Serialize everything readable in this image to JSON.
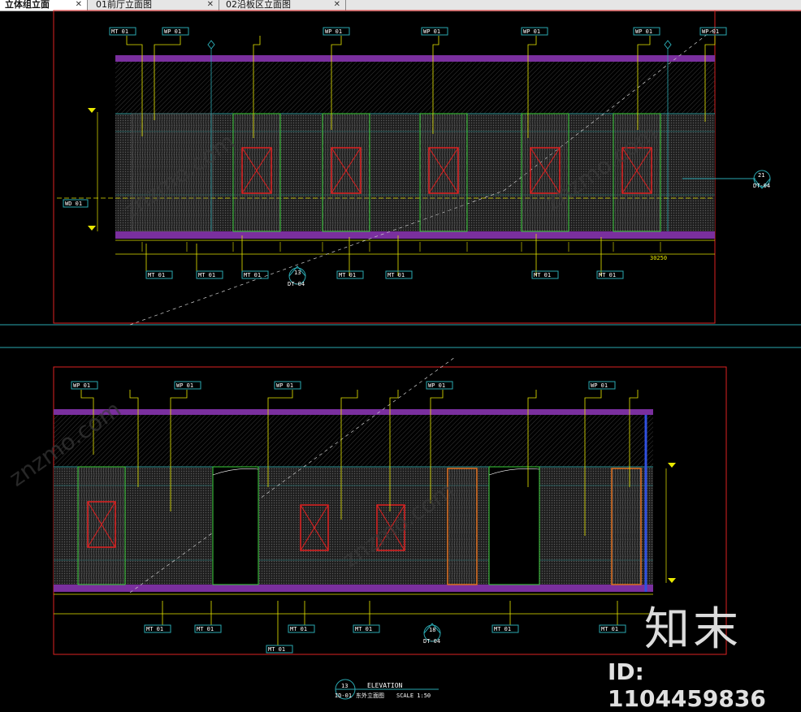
{
  "tabs": [
    {
      "label": "立体组立面",
      "active": true
    },
    {
      "label": "01前厅立面图",
      "active": false
    },
    {
      "label": "02沿板区立面图",
      "active": false
    }
  ],
  "title_block": {
    "number": "13",
    "sheet": "ID-01",
    "title": "ELEVATION",
    "subtitle": "东外立面图",
    "scale": "SCALE 1:50"
  },
  "callouts": {
    "top_right": {
      "number": "21",
      "sheet": "DT-04"
    },
    "top_section": {
      "number": "13",
      "sheet": "DT-04"
    },
    "bottom_section": {
      "number": "18",
      "sheet": "DT-04"
    }
  },
  "tags_top": [
    "MT 01",
    "WP 01",
    "WP 01",
    "WP 01",
    "WP 01",
    "WP 01",
    "WP 01"
  ],
  "tags_bottom_top_row": [
    "WP 01",
    "WP 01",
    "WP 01",
    "WP 01",
    "WP 01"
  ],
  "tags_top_lower": [
    "MT 01",
    "MT 01",
    "MT 01",
    "MT 01",
    "MT 01",
    "MT 01",
    "MT 01"
  ],
  "tags_bottom_lower": [
    "MT 01",
    "MT 01",
    "MT 01",
    "MT 01",
    "MT 01",
    "MT 01",
    "MT 01"
  ],
  "side_tag": "WD 01",
  "total_dim": "30250",
  "watermark": {
    "logo": "知末",
    "id": "ID: 1104459836",
    "site": "znzmo.com"
  }
}
